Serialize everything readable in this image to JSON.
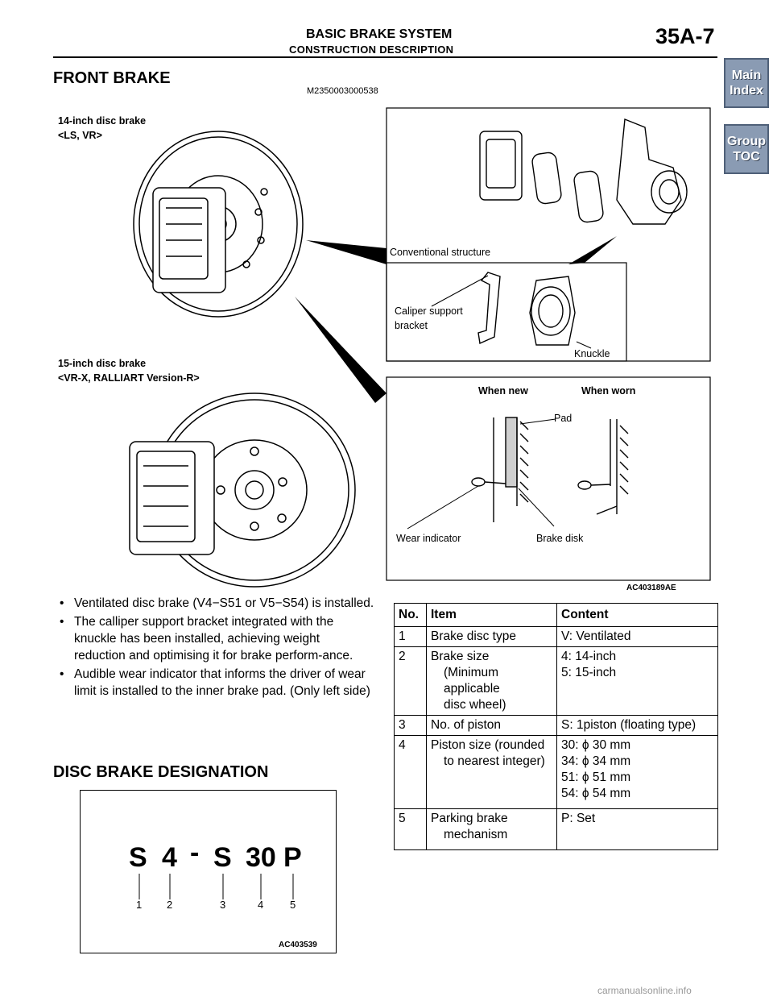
{
  "header": {
    "title": "BASIC BRAKE SYSTEM",
    "subtitle": "CONSTRUCTION DESCRIPTION",
    "page": "35A-7"
  },
  "nav": {
    "main_index": [
      "Main",
      "Index"
    ],
    "group_toc": [
      "Group",
      "TOC"
    ]
  },
  "section": {
    "title": "FRONT BRAKE",
    "doc_id": "M2350003000538"
  },
  "figure1": {
    "label_14": [
      "14-inch disc brake",
      "<LS, VR>"
    ],
    "label_15": [
      "15-inch disc brake",
      "<VR-X, RALLIART Version-R>"
    ],
    "conventional": "Conventional structure",
    "caliper_support": [
      "Caliper support",
      "bracket"
    ],
    "knuckle": "Knuckle",
    "when_new": "When new",
    "when_worn": "When worn",
    "pad": "Pad",
    "wear_indicator": "Wear indicator",
    "brake_disk": "Brake disk",
    "code": "AC403189AE"
  },
  "bullets": [
    "Ventilated disc brake (V4−S51 or V5−S54) is installed.",
    "The calliper support bracket integrated with the knuckle has been installed, achieving weight reduction and optimising it for brake perform-ance.",
    "Audible wear indicator that informs the driver of wear limit is installed to the inner brake pad. (Only left side)"
  ],
  "designation": {
    "title": "DISC BRAKE DESIGNATION",
    "chars": [
      "S",
      "4",
      "-",
      "S",
      "30",
      "P"
    ],
    "numbers": [
      "1",
      "2",
      "3",
      "4",
      "5"
    ],
    "code": "AC403539"
  },
  "table": {
    "headers": [
      "No.",
      "Item",
      "Content"
    ],
    "rows": [
      {
        "no": "1",
        "item": [
          "Brake disc type"
        ],
        "content": [
          "V: Ventilated"
        ]
      },
      {
        "no": "2",
        "item": [
          "Brake size",
          "(Minimum applicable",
          "disc wheel)"
        ],
        "content": [
          "4: 14-inch",
          "5: 15-inch"
        ]
      },
      {
        "no": "3",
        "item": [
          "No. of piston"
        ],
        "content": [
          "S: 1piston (floating type)"
        ]
      },
      {
        "no": "4",
        "item": [
          "Piston size (rounded",
          "to nearest integer)"
        ],
        "content": [
          "30: ϕ 30 mm",
          "34: ϕ 34 mm",
          "51: ϕ 51 mm",
          "54: ϕ 54 mm"
        ]
      },
      {
        "no": "5",
        "item": [
          "Parking brake",
          "mechanism"
        ],
        "content": [
          "P: Set"
        ]
      }
    ]
  },
  "footer": "carmanualsonline.info"
}
